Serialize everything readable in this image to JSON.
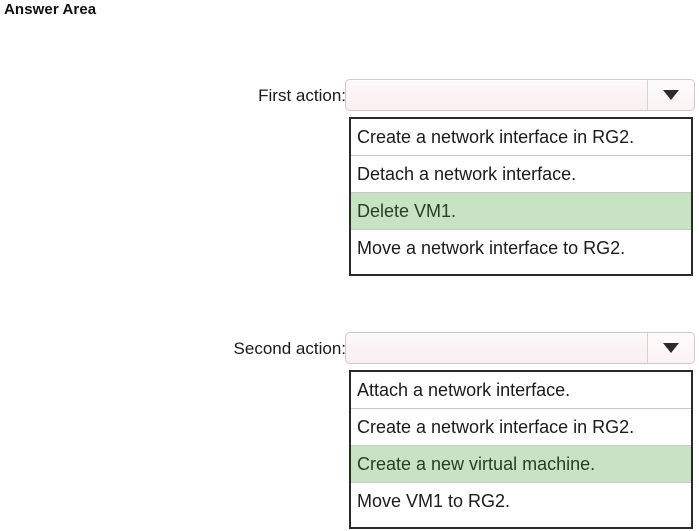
{
  "page": {
    "title": "Answer Area",
    "background_color": "#ffffff"
  },
  "colors": {
    "selected_option_background": "#c8e3c4",
    "selected_option_text": "#23401f",
    "select_face_background": "#fbeef1",
    "option_list_border": "#2a2a2a"
  },
  "questions": [
    {
      "label": "First action:",
      "select": {
        "value": "",
        "placeholder": "",
        "arrow_icon": "chevron-down-icon"
      },
      "options": [
        {
          "label": "Create a network interface in RG2.",
          "selected": false
        },
        {
          "label": "Detach a network interface.",
          "selected": false
        },
        {
          "label": "Delete VM1.",
          "selected": true
        },
        {
          "label": "Move a network interface to RG2.",
          "selected": false
        }
      ]
    },
    {
      "label": "Second action:",
      "select": {
        "value": "",
        "placeholder": "",
        "arrow_icon": "chevron-down-icon"
      },
      "options": [
        {
          "label": "Attach a network interface.",
          "selected": false
        },
        {
          "label": "Create a network interface in RG2.",
          "selected": false
        },
        {
          "label": "Create a new virtual machine.",
          "selected": true
        },
        {
          "label": "Move VM1 to RG2.",
          "selected": false
        }
      ]
    }
  ]
}
